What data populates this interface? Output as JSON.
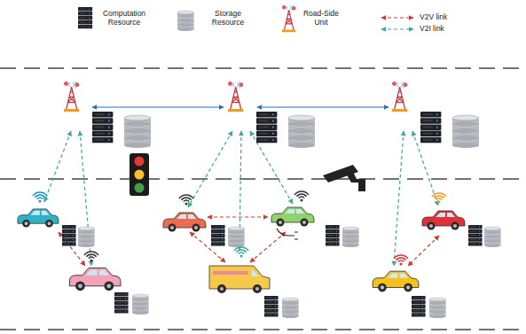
{
  "diagram": {
    "legend": [
      {
        "text": "Computation Resource"
      },
      {
        "text": "Storage Resource"
      },
      {
        "text": "Road-Side Unit"
      },
      {
        "text": "V2V link"
      },
      {
        "text": "V2I link"
      }
    ]
  }
}
